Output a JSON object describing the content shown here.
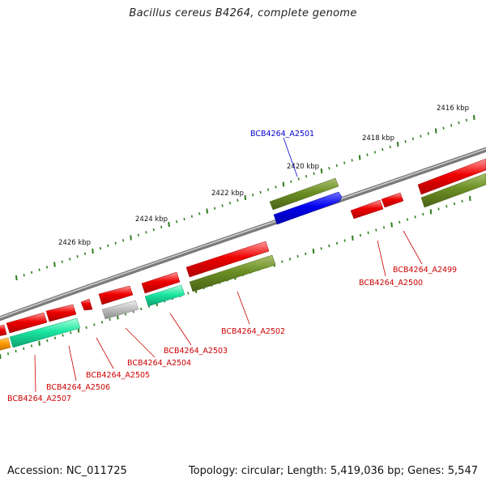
{
  "title": "Bacillus cereus B4264, complete genome",
  "footer": {
    "accession": "Accession: NC_011725",
    "summary": "Topology: circular; Length: 5,419,036 bp; Genes: 5,547"
  },
  "colors": {
    "backbone": "#808080",
    "tick": "#2e7d1e",
    "label_red": "#cc0000",
    "label_blue": "#0000cc",
    "red": "#ee0000",
    "olive": "#6b8e23",
    "blue": "#0000ee",
    "mint": "#19e6a0",
    "gray": "#c0c0c0",
    "orange": "#ff9900"
  },
  "scale_labels": [
    {
      "text": "2416 kbp"
    },
    {
      "text": "2418 kbp"
    },
    {
      "text": "2420 kbp"
    },
    {
      "text": "2422 kbp"
    },
    {
      "text": "2424 kbp"
    },
    {
      "text": "2426 kbp"
    }
  ],
  "gene_labels": [
    {
      "text": "BCB4264_A2501",
      "color": "blue"
    },
    {
      "text": "BCB4264_A2499",
      "color": "red"
    },
    {
      "text": "BCB4264_A2500",
      "color": "red"
    },
    {
      "text": "BCB4264_A2502",
      "color": "red"
    },
    {
      "text": "BCB4264_A2503",
      "color": "red"
    },
    {
      "text": "BCB4264_A2504",
      "color": "red"
    },
    {
      "text": "BCB4264_A2505",
      "color": "red"
    },
    {
      "text": "BCB4264_A2506",
      "color": "red"
    },
    {
      "text": "BCB4264_A2507",
      "color": "red"
    }
  ]
}
